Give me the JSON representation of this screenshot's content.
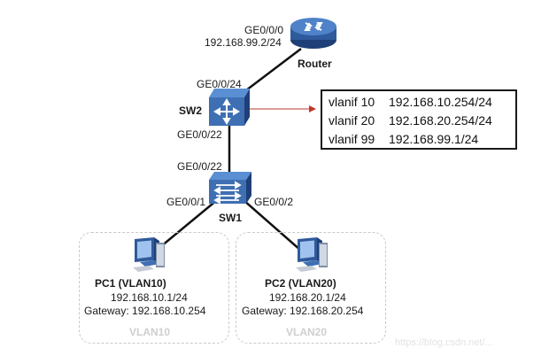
{
  "router": {
    "name": "Router",
    "port": "GE0/0/0",
    "ip": "192.168.99.2/24"
  },
  "sw2": {
    "name": "SW2",
    "port_up": "GE0/0/24",
    "port_down": "GE0/0/22"
  },
  "sw1": {
    "name": "SW1",
    "port_up": "GE0/0/22",
    "port_left": "GE0/0/1",
    "port_right": "GE0/0/2"
  },
  "vlanif_table": [
    {
      "name": "vlanif 10",
      "ip": "192.168.10.254/24"
    },
    {
      "name": "vlanif 20",
      "ip": "192.168.20.254/24"
    },
    {
      "name": "vlanif 99",
      "ip": "192.168.99.1/24"
    }
  ],
  "pc1": {
    "title": "PC1 (VLAN10)",
    "ip": "192.168.10.1/24",
    "gateway": "Gateway: 192.168.10.254",
    "zone": "VLAN10"
  },
  "pc2": {
    "title": "PC2 (VLAN20)",
    "ip": "192.168.20.1/24",
    "gateway": "Gateway: 192.168.20.254",
    "zone": "VLAN20"
  },
  "watermark": "https://blog.csdn.net/...",
  "colors": {
    "device_blue": "#3f6fb3",
    "device_dark": "#1f3f78",
    "arrow_red": "#c0392b",
    "zone_border": "#c9c9c9"
  },
  "icons": {
    "router": "router-icon",
    "switch_core": "l3-switch-icon",
    "switch_access": "switch-icon",
    "pc": "pc-icon"
  }
}
